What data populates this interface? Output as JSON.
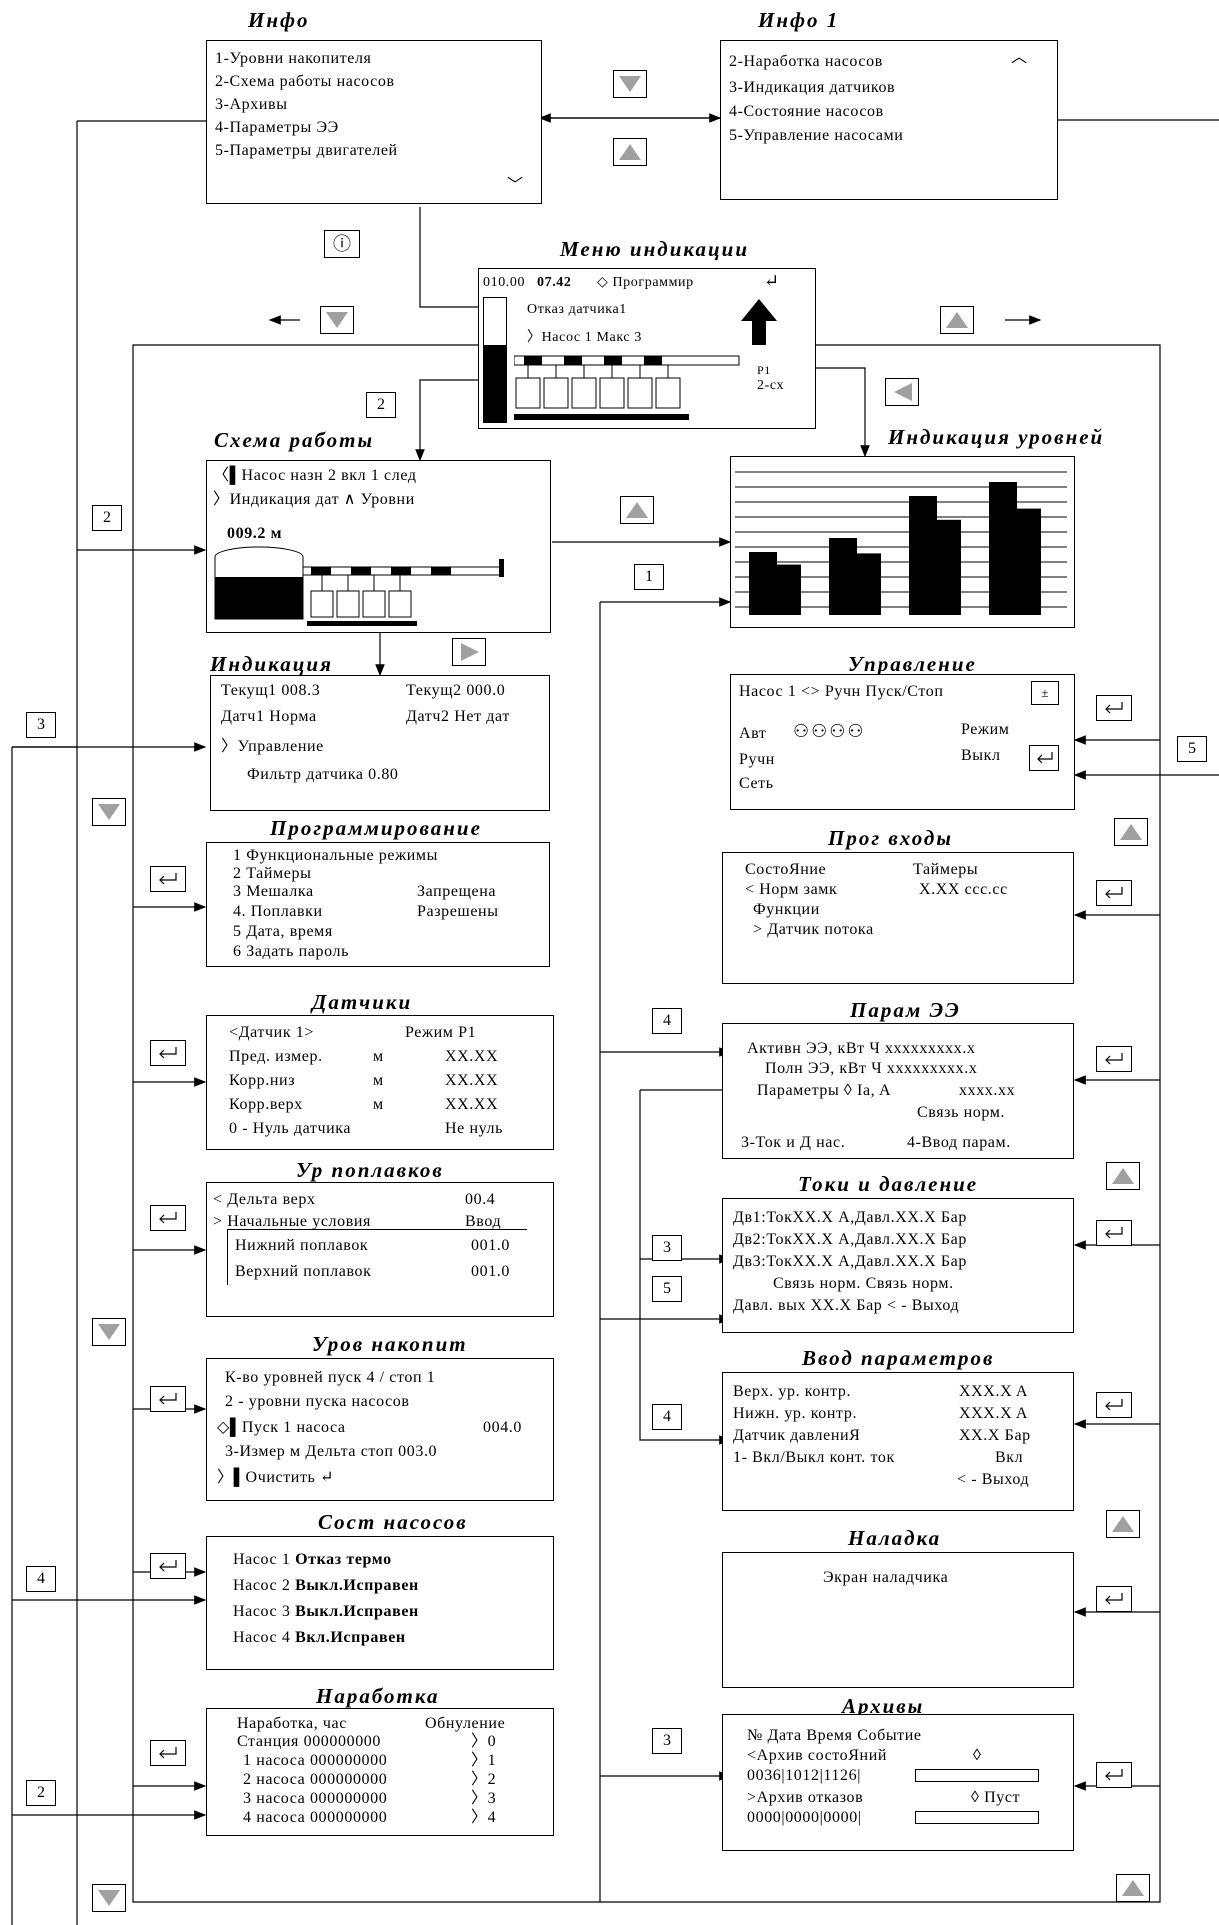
{
  "info": {
    "title": "Инфо",
    "items": [
      "1-Уровни накопителя",
      "2-Схема работы насосов",
      "3-Архивы",
      "4-Параметры ЭЭ",
      "5-Параметры двигателей"
    ],
    "more": "﹀"
  },
  "info1": {
    "title": "Инфо 1",
    "items": [
      "2-Наработка насосов",
      "3-Индикация датчиков",
      "4-Состояние насосов",
      "5-Управление насосами"
    ],
    "more": "︿"
  },
  "menu": {
    "title": "Меню индикации",
    "num": "010.00",
    "num2": "07.42",
    "prog": "◇ Программир",
    "enter": "↵",
    "fault": "Отказ датчика1",
    "pump": "〉Насос 1 Макс 3",
    "p1": "P1",
    "sx": "2-сх"
  },
  "schema": {
    "title": "Схема работы",
    "l1": "〈▌Насос назн  2   вкл  1  след",
    "l2": "〉Индикация дат  ∧ Уровни",
    "level": "009.2 м"
  },
  "levels": {
    "title": "Индикация уровней",
    "bars": [
      0.45,
      0.55,
      0.85,
      0.95
    ]
  },
  "ind": {
    "title": "Индикация",
    "l1a": "Текущ1  008.3",
    "l1b": "Текущ2  000.0",
    "l2a": "Датч1   Норма",
    "l2b": "Датч2 Нет дат",
    "l3": "〉Управление",
    "l4": "Фильтр датчика     0.80"
  },
  "upr": {
    "title": "Управление",
    "l1": "Насос 1 <> Ручн  Пуск/Стоп",
    "avt": "Авт",
    "ruch": "Ручн",
    "set": "Сеть",
    "rezhim": "Режим",
    "vykl": "Выкл"
  },
  "prog": {
    "title": "Программирование",
    "items": [
      "1 Функциональные режимы",
      "2 Таймеры",
      "3 Мешалка",
      "4. Поплавки",
      "5 Дата, время",
      "6 Задать пароль"
    ],
    "s3": "Запрещена",
    "s4": "Разрешены"
  },
  "pin": {
    "title": "Прог входы",
    "l1a": "СостоЯние",
    "l1b": "Таймеры",
    "l2a": "< Норм замк",
    "l2b": "X.XX   ccc.cc",
    "l3": "Функции",
    "l4": "> Датчик потока"
  },
  "sens": {
    "title": "Датчики",
    "rows": [
      [
        "<Датчик 1>",
        "",
        "Режим P1"
      ],
      [
        "Пред. измер.",
        "м",
        "XX.XX"
      ],
      [
        "Корр.низ",
        "м",
        "XX.XX"
      ],
      [
        "Корр.верх",
        "м",
        "XX.XX"
      ],
      [
        "0 - Нуль датчика",
        "",
        "Не нуль"
      ]
    ]
  },
  "pee": {
    "title": "Парам ЭЭ",
    "l1": "Активн ЭЭ, кВт Ч  xxxxxxxxx.x",
    "l2": "Полн ЭЭ, кВт Ч  xxxxxxxxx.x",
    "l3a": "Параметры ◊ Ia, A",
    "l3b": "xxxx.xx",
    "l4": "Связь норм.",
    "l5a": "3-Ток и Д нас.",
    "l5b": "4-Ввод парам."
  },
  "float": {
    "title": "Ур поплавков",
    "rows": [
      [
        "< Дельта верх",
        "00.4"
      ],
      [
        "> Начальные условия",
        "Ввод"
      ],
      [
        "Нижний поплавок",
        "001.0"
      ],
      [
        "Верхний поплавок",
        "001.0"
      ]
    ]
  },
  "cur": {
    "title": "Токи и давление",
    "rows": [
      "Дв1:ТокXX.X А,Давл.XX.X Бар",
      "Дв2:ТокXX.X А,Давл.XX.X Бар",
      "Дв3:ТокXX.X А,Давл.XX.X Бар",
      "Связь норм.     Связь норм.",
      "Давл. вых XX.X Бар     < - Выход"
    ]
  },
  "acc": {
    "title": "Уров накопит",
    "l1": "К-во уровней    пуск 4 / стоп 1",
    "l2": "2 - уровни пуска насосов",
    "l3a": "◇▌Пуск 1 насоса",
    "l3b": "004.0",
    "l4": "3-Измер м   Дельта стоп   003.0",
    "l5": "〉▌Очистить  ↵"
  },
  "vvod": {
    "title": "Ввод параметров",
    "rows": [
      [
        "Верх. ур. контр.",
        "XXX.X A"
      ],
      [
        "Нижн. ур. контр.",
        "XXX.X A"
      ],
      [
        "Датчик давлениЯ",
        "XX.X Бар"
      ],
      [
        "1- Вкл/Выкл конт. ток",
        "Вкл"
      ],
      [
        "",
        "< - Выход"
      ]
    ]
  },
  "sost": {
    "title": "Сост насосов",
    "rows": [
      [
        "Насос 1 ",
        "Отказ термо"
      ],
      [
        "Насос 2 ",
        "Выкл.Исправен"
      ],
      [
        "Насос 3 ",
        "Выкл.Исправен"
      ],
      [
        "Насос 4 ",
        "Вкл.Исправен"
      ]
    ]
  },
  "nal": {
    "title": "Наладка",
    "text": "Экран наладчика"
  },
  "nar": {
    "title": "Наработка",
    "h1": "Наработка, час",
    "h2": "Обнуление",
    "rows": [
      [
        "Станция 000000000",
        "〉0"
      ],
      [
        "1 насоса 000000000",
        "〉1"
      ],
      [
        "2 насоса 000000000",
        "〉2"
      ],
      [
        "3 насоса 000000000",
        "〉3"
      ],
      [
        "4 насоса 000000000",
        "〉4"
      ]
    ]
  },
  "arch": {
    "title": "Архивы",
    "h": "№      Дата Время  Событие",
    "l1": "<Архив состоЯний",
    "l2": "0036|1012|1126|",
    "l3": ">Архив отказов",
    "l3b": "◊ Пуст",
    "l4": "0000|0000|0000|",
    "diamond": "◊"
  },
  "nums": [
    "2",
    "1",
    "2",
    "3",
    "4",
    "5",
    "3",
    "5",
    "4",
    "4",
    "2",
    "3"
  ],
  "info_icon": "ⓘ"
}
